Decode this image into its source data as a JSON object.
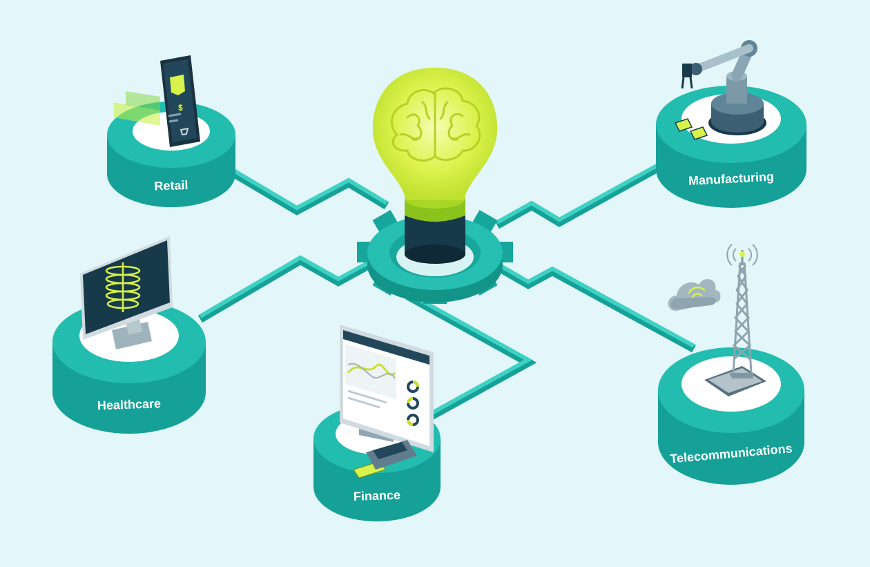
{
  "diagram": {
    "center": {
      "name": "idea-lightbulb",
      "icons": [
        "brain-icon",
        "lightbulb-icon",
        "gear-icon"
      ]
    },
    "nodes": [
      {
        "id": "retail",
        "label": "Retail",
        "icon": "smartphone-shop-icon"
      },
      {
        "id": "manufacturing",
        "label": "Manufacturing",
        "icon": "robot-arm-icon"
      },
      {
        "id": "healthcare",
        "label": "Healthcare",
        "icon": "medical-monitor-icon"
      },
      {
        "id": "finance",
        "label": "Finance",
        "icon": "finance-dashboard-icon"
      },
      {
        "id": "telecommunications",
        "label": "Telecommunications",
        "icon": "cell-tower-icon"
      }
    ],
    "colors": {
      "background": "#e3f6f9",
      "teal": "#1bb8ac",
      "teal_dark": "#14938b",
      "teal_light": "#3fd1c3",
      "bulb": "#d7f24a",
      "accent_yellow": "#d9ee3a",
      "navy": "#173a4a"
    }
  }
}
